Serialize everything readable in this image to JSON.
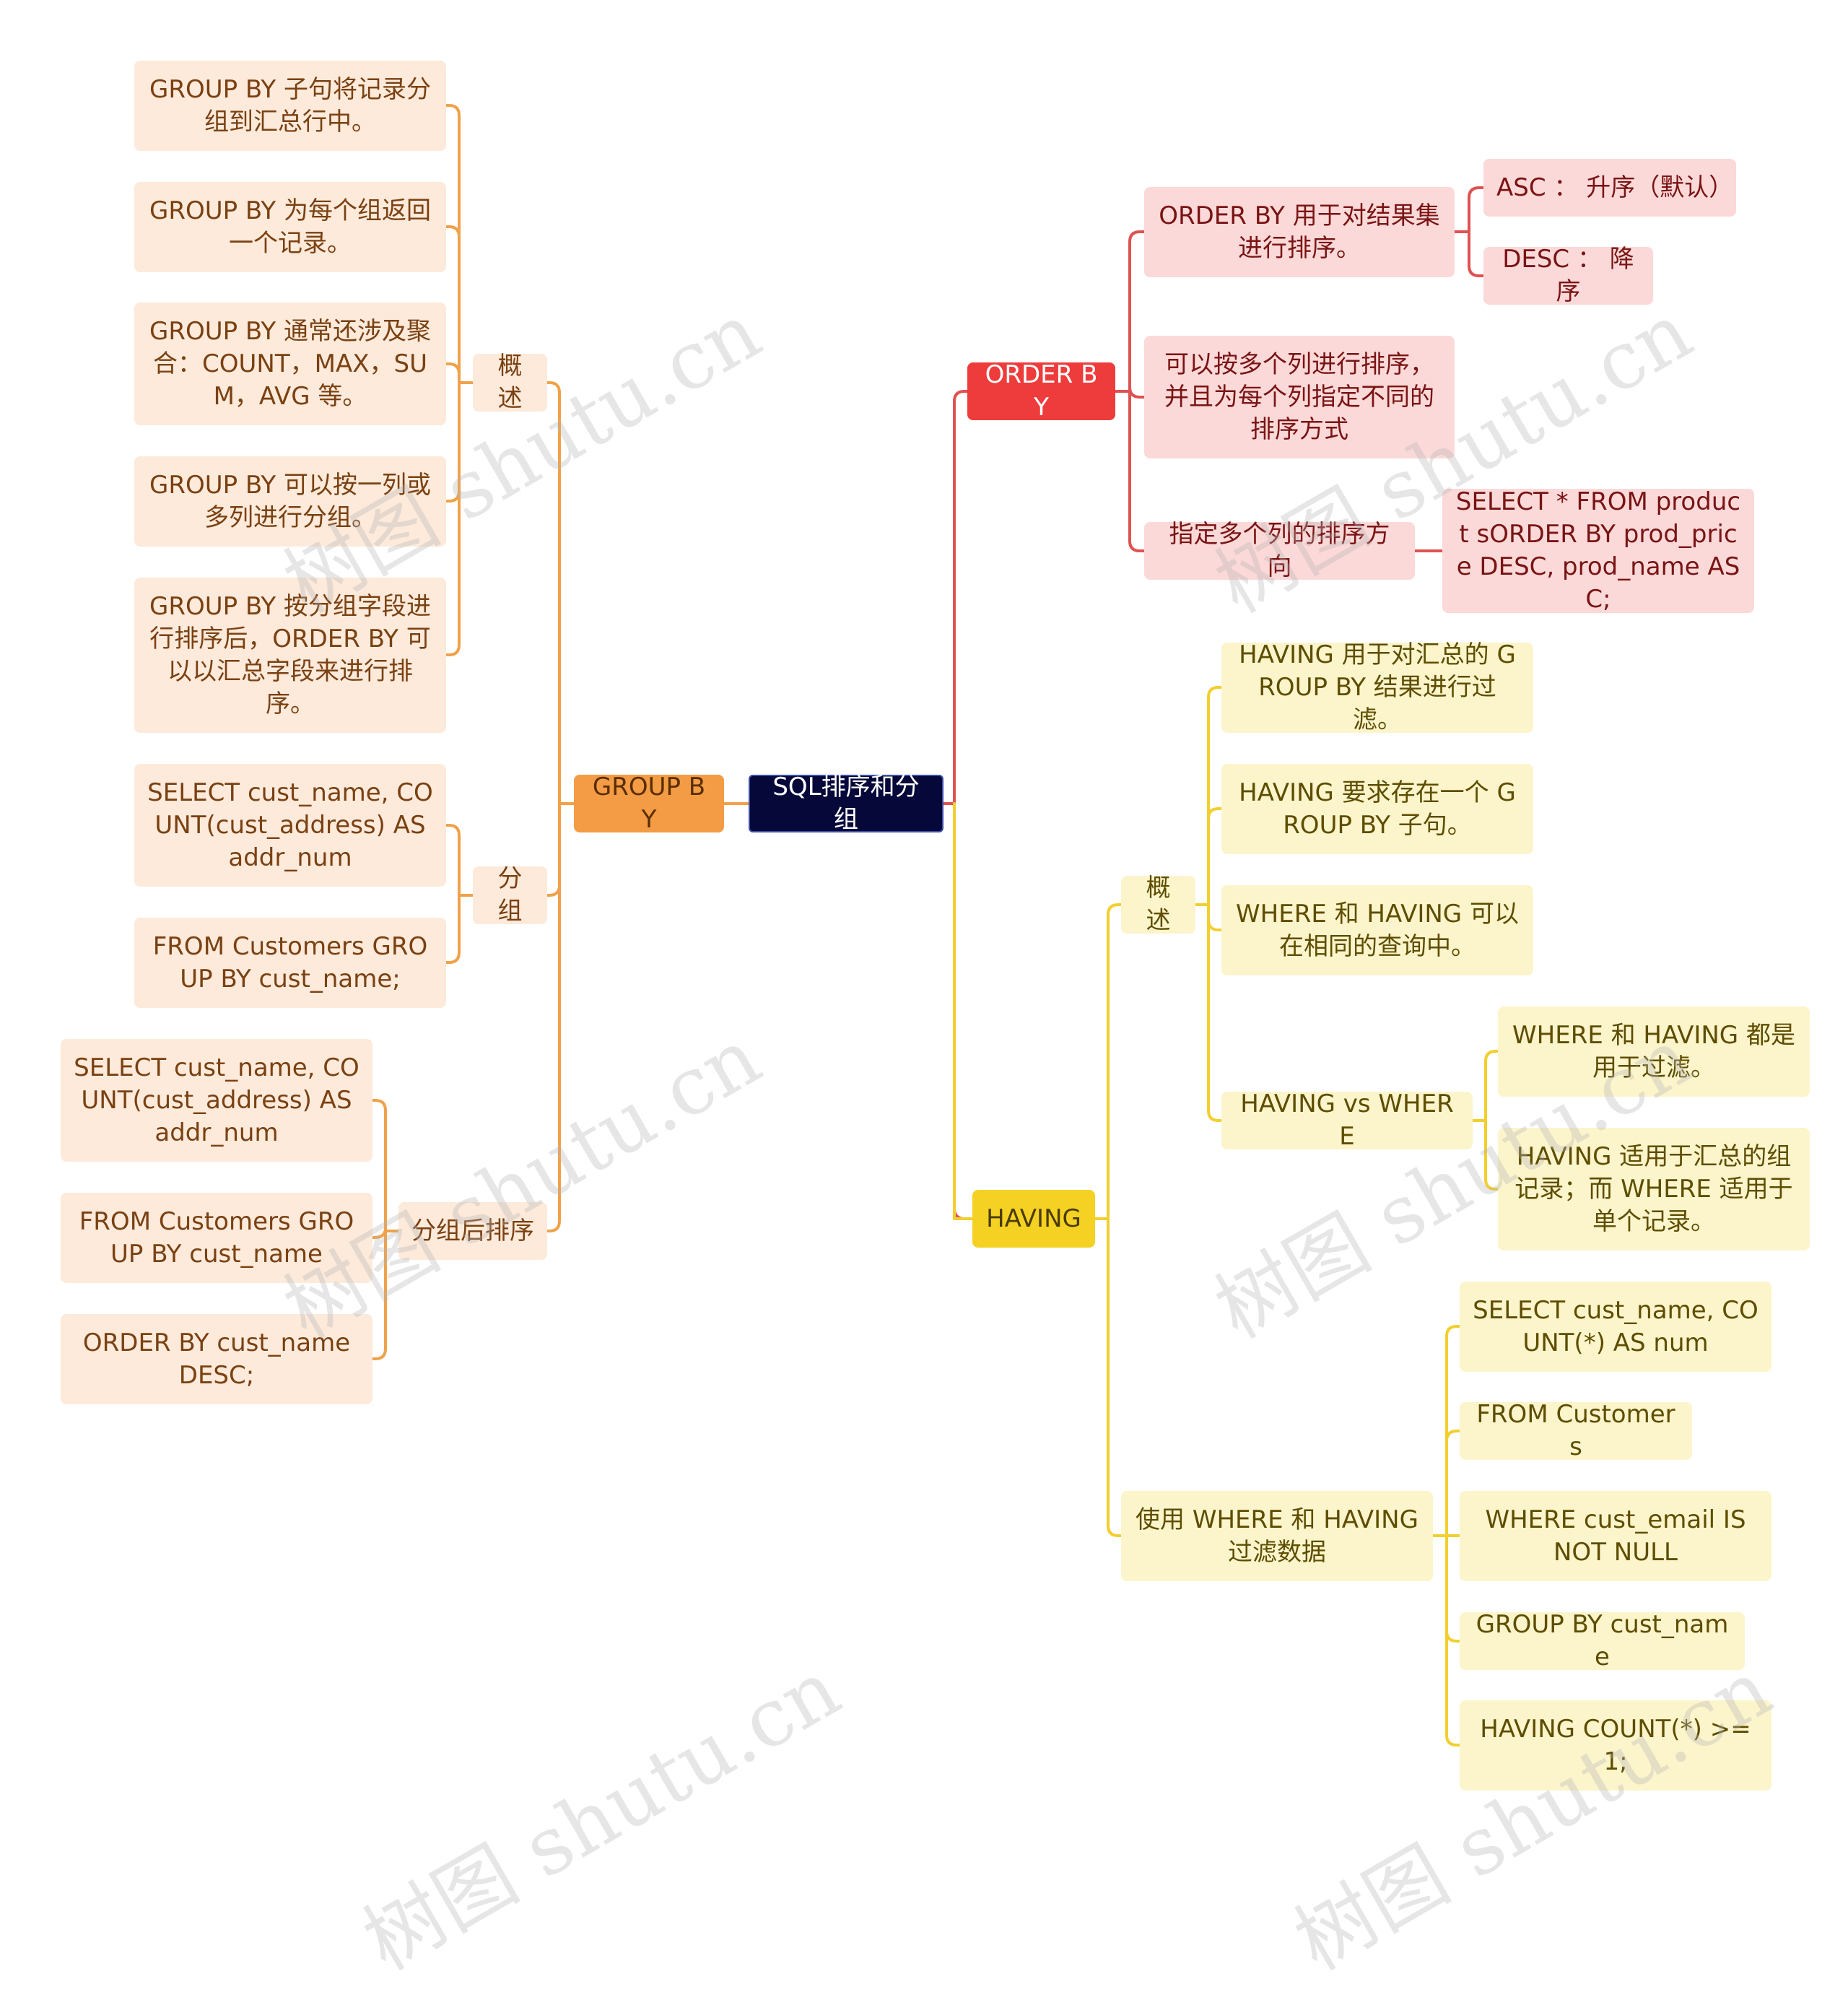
{
  "root": {
    "label": "SQL排序和分组"
  },
  "colors": {
    "order_by": "#ee3b3b",
    "group_by": "#f39c45",
    "having": "#f5d124",
    "line_order": "#e05252",
    "line_group": "#f0a24a",
    "line_having": "#f2cf2f"
  },
  "order_by": {
    "label": "ORDER BY",
    "purpose": "ORDER BY 用于对结果集进行排序。",
    "asc": "ASC ： 升序（默认）",
    "desc": "DESC ： 降序",
    "multi_columns": "可以按多个列进行排序，并且为每个列指定不同的排序方式",
    "direction_label": "指定多个列的排序方向",
    "direction_example": "SELECT * FROM product sORDER BY prod_price DESC, prod_name ASC;"
  },
  "group_by": {
    "label": "GROUP BY",
    "overview_label": "概述",
    "overview_items": [
      "GROUP BY 子句将记录分组到汇总行中。",
      "GROUP BY 为每个组返回一个记录。",
      "GROUP BY 通常还涉及聚合：COUNT，MAX，SUM，AVG 等。",
      "GROUP BY 可以按一列或多列进行分组。",
      "GROUP BY 按分组字段进行排序后，ORDER BY 可以以汇总字段来进行排序。"
    ],
    "grouping_label": "分组",
    "grouping_items": [
      "SELECT cust_name, COUNT(cust_address) AS addr_num",
      "FROM Customers GROUP BY cust_name;"
    ],
    "sort_label": "分组后排序",
    "sort_items": [
      "SELECT cust_name, COUNT(cust_address) AS addr_num",
      "FROM Customers GROUP BY cust_name",
      "ORDER BY cust_name DESC;"
    ]
  },
  "having": {
    "label": "HAVING",
    "overview_label": "概述",
    "overview_items": [
      "HAVING 用于对汇总的 GROUP BY 结果进行过滤。",
      "HAVING 要求存在一个 GROUP BY 子句。",
      "WHERE 和 HAVING 可以在相同的查询中。"
    ],
    "vs_label": "HAVING vs WHERE",
    "vs_items": [
      "WHERE 和 HAVING 都是用于过滤。",
      "HAVING 适用于汇总的组记录；而 WHERE 适用于单个记录。"
    ],
    "usage_label": "使用 WHERE 和 HAVING 过滤数据",
    "usage_items": [
      "SELECT cust_name, COUNT(*) AS num",
      "FROM Customers",
      "WHERE cust_email IS NOT NULL",
      "GROUP BY cust_name",
      "HAVING COUNT(*) >= 1;"
    ]
  },
  "watermark": "树图 shutu.cn"
}
